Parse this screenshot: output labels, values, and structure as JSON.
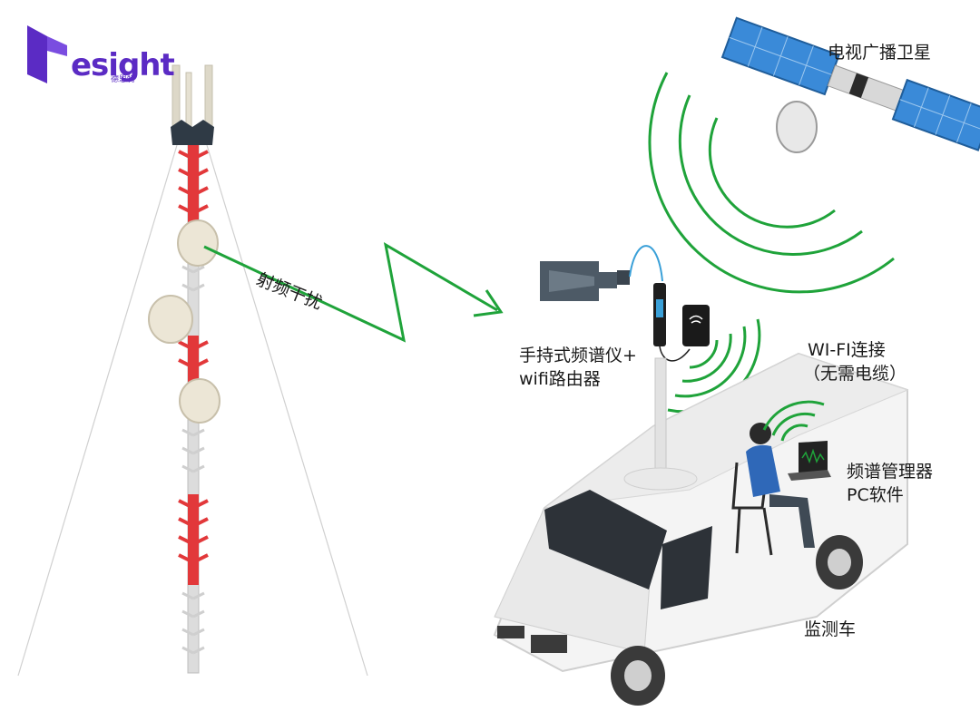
{
  "brand": {
    "name": "esight",
    "subtitle": "德思特"
  },
  "labels": {
    "satellite": "电视广播卫星",
    "interference": "射频干扰",
    "analyzer_line1": "手持式频谱仪+",
    "analyzer_line2": "wifi路由器",
    "wifi_line1": "WI-FI连接",
    "wifi_line2": "（无需电缆）",
    "software_line1": "频谱管理器",
    "software_line2": "PC软件",
    "vehicle": "监测车"
  },
  "colors": {
    "brand": "#5b2bc4",
    "signal": "#1fa33a",
    "tower_red": "#e2383a",
    "tower_grey": "#d9d9d9"
  }
}
